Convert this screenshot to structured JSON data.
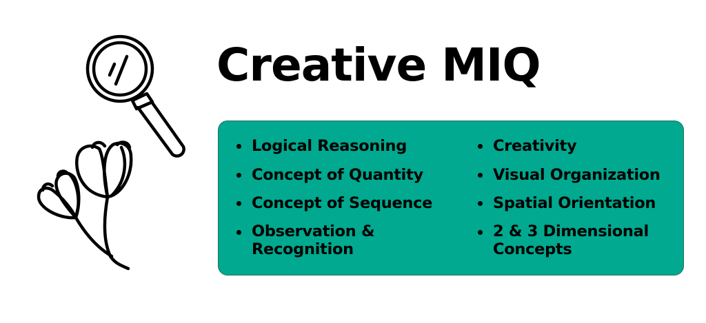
{
  "title": "Creative MIQ",
  "colors": {
    "accent": "#00a98f",
    "text": "#000000",
    "background": "#ffffff"
  },
  "icons": [
    "magnifying-glass-icon",
    "tulip-flowers-icon"
  ],
  "skills": {
    "left": [
      "Logical Reasoning",
      "Concept of Quantity",
      "Concept of Sequence",
      "Observation & Recognition"
    ],
    "right": [
      "Creativity",
      "Visual Organization",
      "Spatial Orientation",
      "2 & 3 Dimensional Concepts"
    ]
  }
}
